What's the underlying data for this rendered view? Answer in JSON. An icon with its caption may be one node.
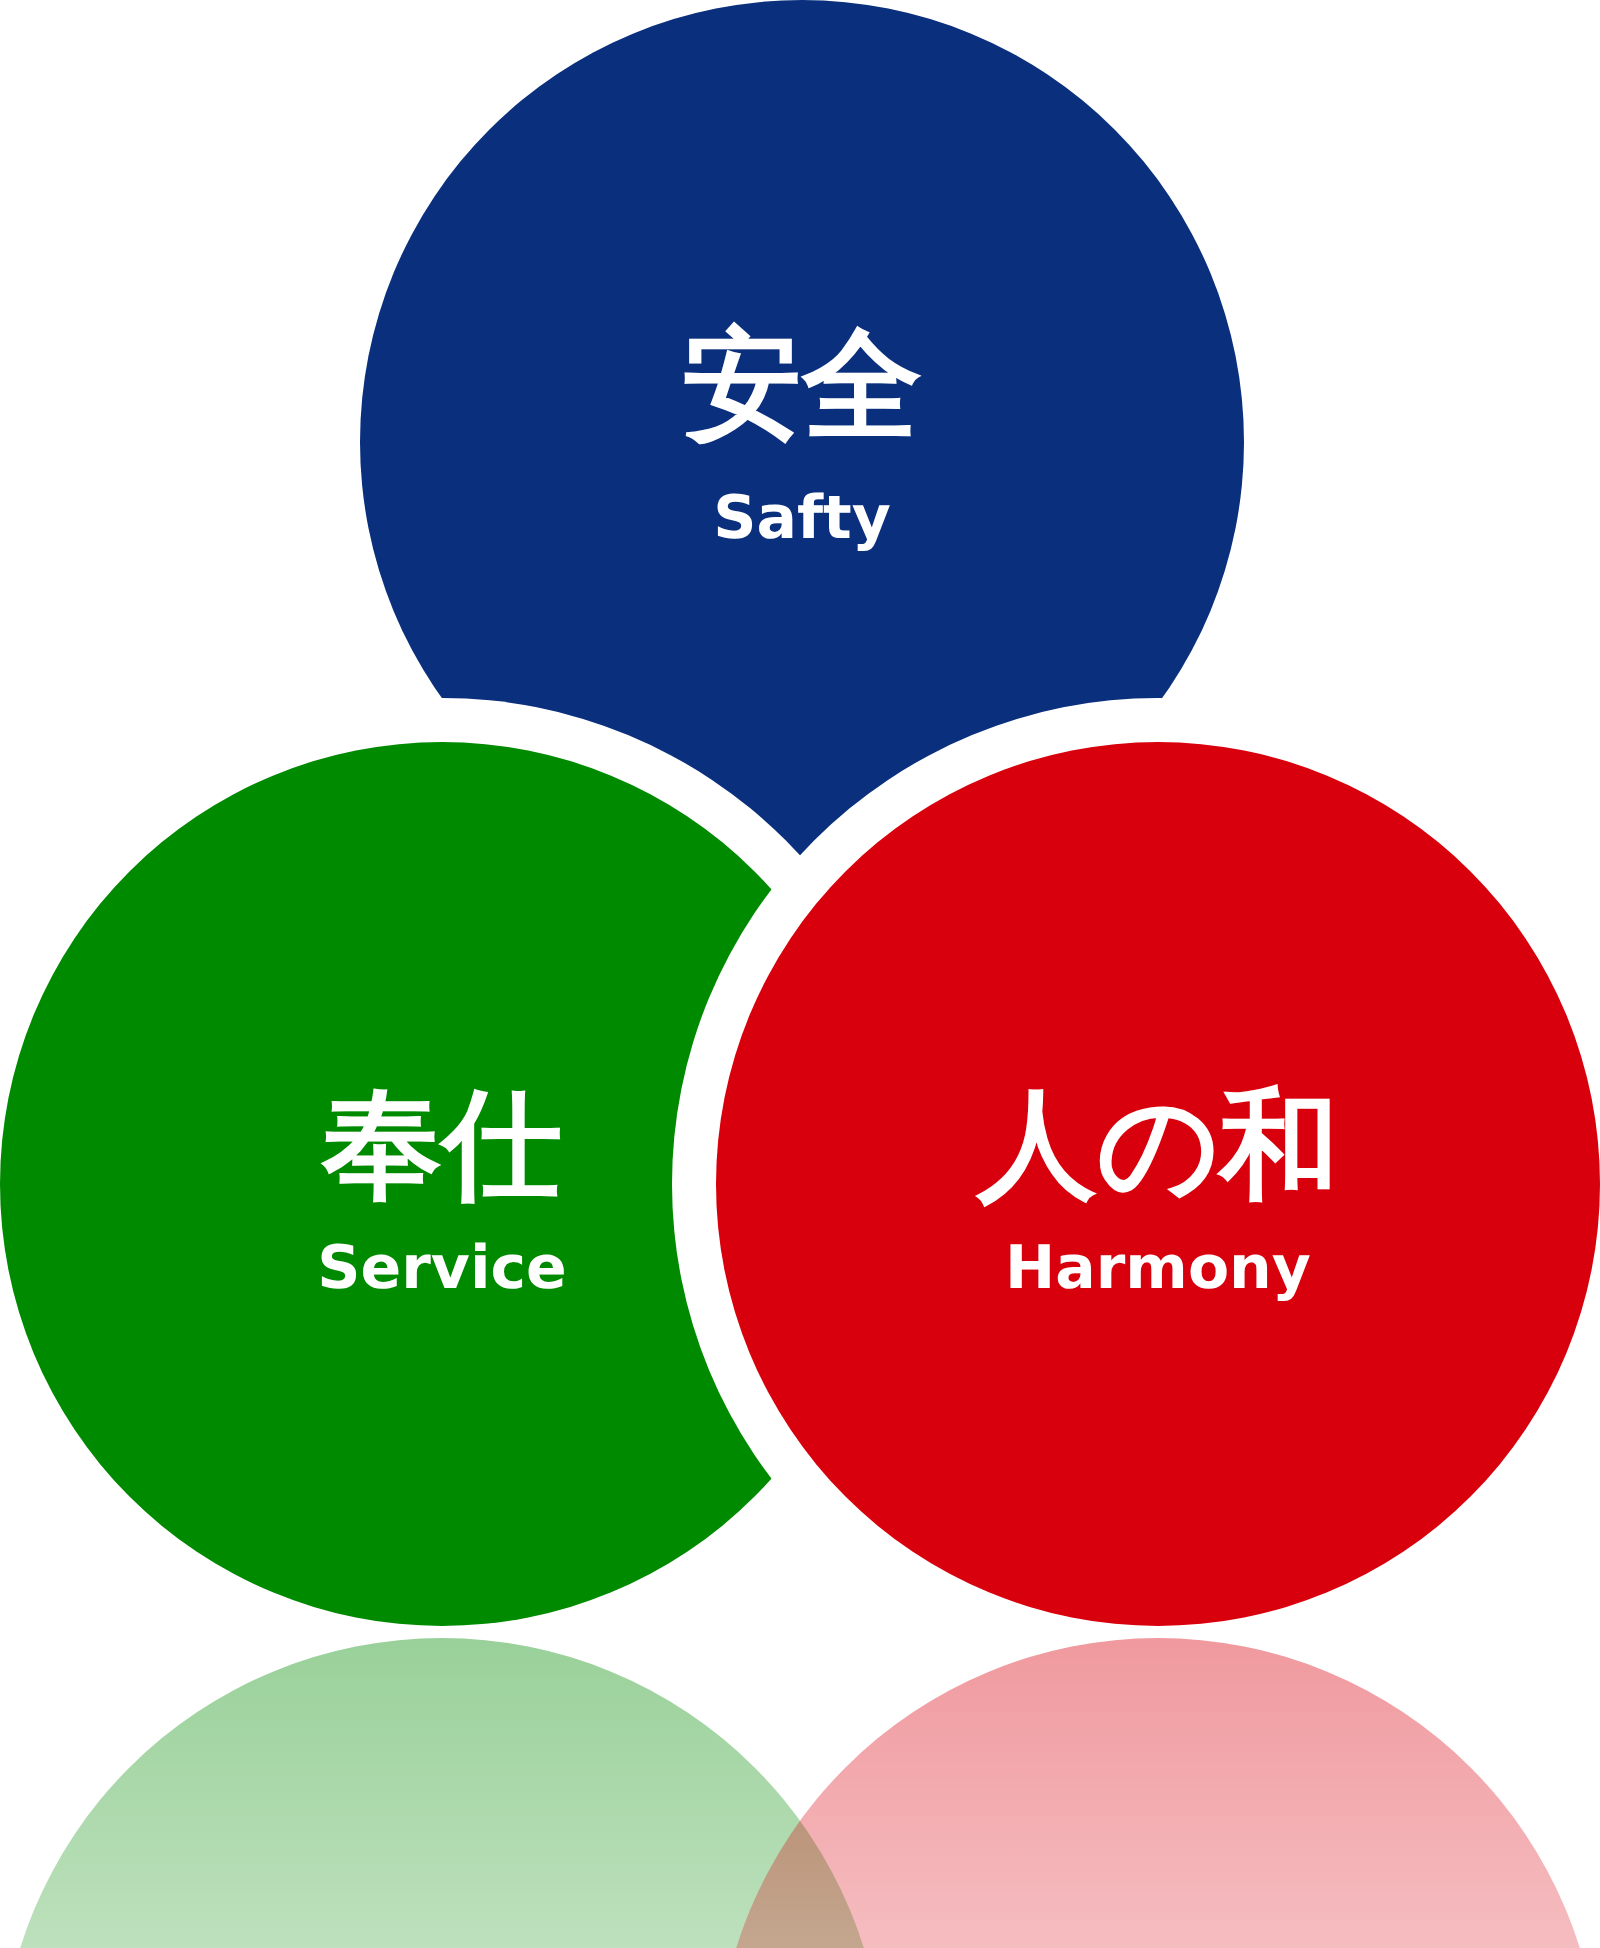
{
  "diagram": {
    "nodes": [
      {
        "text": [
          "安全",
          "Safty"
        ]
      },
      {
        "text": [
          "奉仕",
          "Service"
        ]
      },
      {
        "text": [
          "人の和",
          "Harmony"
        ]
      }
    ]
  }
}
